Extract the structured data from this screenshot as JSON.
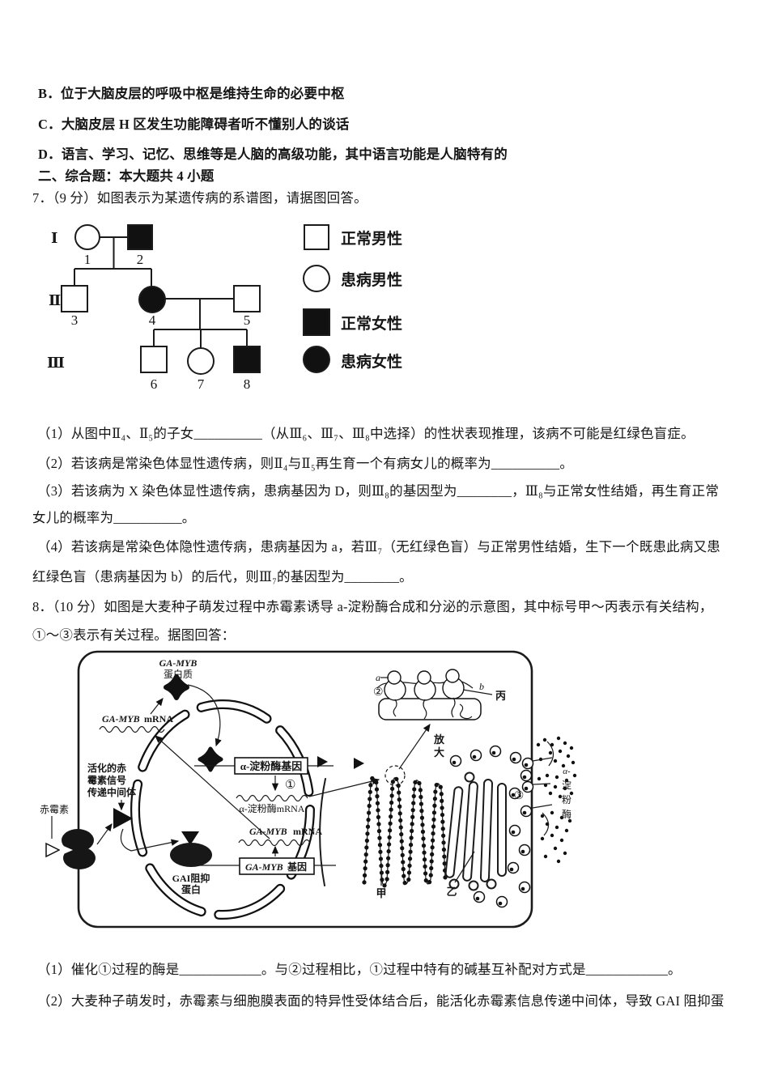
{
  "choices": {
    "b": "B．位于大脑皮层的呼吸中枢是维持生命的必要中枢",
    "c": "C．大脑皮层 H 区发生功能障碍者听不懂别人的谈话",
    "d": "D．语言、学习、记忆、思维等是人脑的高级功能，其中语言功能是人脑特有的"
  },
  "section": {
    "header": "二、综合题：本大题共 4 小题"
  },
  "q7": {
    "intro": "7．（9 分）如图表示为某遗传病的系谱图，请据图回答。",
    "pedigree": {
      "gen_labels": [
        "Ⅰ",
        "Ⅱ",
        "Ⅲ"
      ],
      "individuals": [
        {
          "gen": "Ⅰ",
          "num": "1",
          "shape": "circle",
          "affected": false
        },
        {
          "gen": "Ⅰ",
          "num": "2",
          "shape": "square",
          "affected": true
        },
        {
          "gen": "Ⅱ",
          "num": "3",
          "shape": "square",
          "affected": false
        },
        {
          "gen": "Ⅱ",
          "num": "4",
          "shape": "circle",
          "affected": true
        },
        {
          "gen": "Ⅱ",
          "num": "5",
          "shape": "square",
          "affected": false
        },
        {
          "gen": "Ⅲ",
          "num": "6",
          "shape": "square",
          "affected": false
        },
        {
          "gen": "Ⅲ",
          "num": "7",
          "shape": "circle",
          "affected": false
        },
        {
          "gen": "Ⅲ",
          "num": "8",
          "shape": "square",
          "affected": true
        }
      ],
      "legend": [
        {
          "shape": "square",
          "filled": false,
          "label": "正常男性"
        },
        {
          "shape": "circle",
          "filled": false,
          "label": "患病男性"
        },
        {
          "shape": "square",
          "filled": true,
          "label": "正常女性"
        },
        {
          "shape": "circle",
          "filled": true,
          "label": "患病女性"
        }
      ]
    },
    "parts": [
      "（1）从图中Ⅱ₄、Ⅱ₅的子女__________（从Ⅲ₆、Ⅲ₇、Ⅲ₈中选择）的性状表现推理，该病不可能是红绿色盲症。",
      "（2）若该病是常染色体显性遗传病，则Ⅱ₄与Ⅱ₅再生育一个有病女儿的概率为__________。",
      "（3）若该病为 X 染色体显性遗传病，患病基因为 D，则Ⅲ₈的基因型为________，Ⅲ₈与正常女性结婚，再生育正常",
      "女儿的概率为__________。",
      "（4）若该病是常染色体隐性遗传病，患病基因为 a，若Ⅲ₇（无红绿色盲）与正常男性结婚，生下一个既患此病又患",
      "红绿色盲（患病基因为 b）的后代，则Ⅲ₇的基因型为________。"
    ]
  },
  "q8": {
    "intro1": "8．（10 分）如图是大麦种子萌发过程中赤霉素诱导 a-淀粉酶合成和分泌的示意图，其中标号甲～丙表示有关结构，",
    "intro2": "①～③表示有关过程。据图回答：",
    "diagram": {
      "gibberellin": "赤霉素",
      "activated1": "活化的赤",
      "activated2": "霉素信号",
      "activated3": "传递中间体",
      "ga_myb": "GA-MYB",
      "protein_word": "蛋白质",
      "mrna_word": "mRNA",
      "amylase_gene": "α-淀粉酶基因",
      "amylase_mrna": "α-淀粉酶mRNA",
      "gene_word": "基因",
      "gai1": "GAI阻抑",
      "gai2": "蛋白",
      "step1": "①",
      "step2": "②",
      "step3": "③",
      "a": "a",
      "b": "b",
      "jia": "甲",
      "yi": "乙",
      "bing": "丙",
      "mag1": "放",
      "mag2": "大",
      "amylase_v1": "α-",
      "amylase_v2": "淀",
      "amylase_v3": "粉",
      "amylase_v4": "酶"
    },
    "parts": [
      "（1）催化①过程的酶是____________。与②过程相比，①过程中特有的碱基互补配对方式是____________。",
      "（2）大麦种子萌发时，赤霉素与细胞膜表面的特异性受体结合后，能活化赤霉素信息传递中间体，导致 GAI 阻抑蛋"
    ]
  }
}
